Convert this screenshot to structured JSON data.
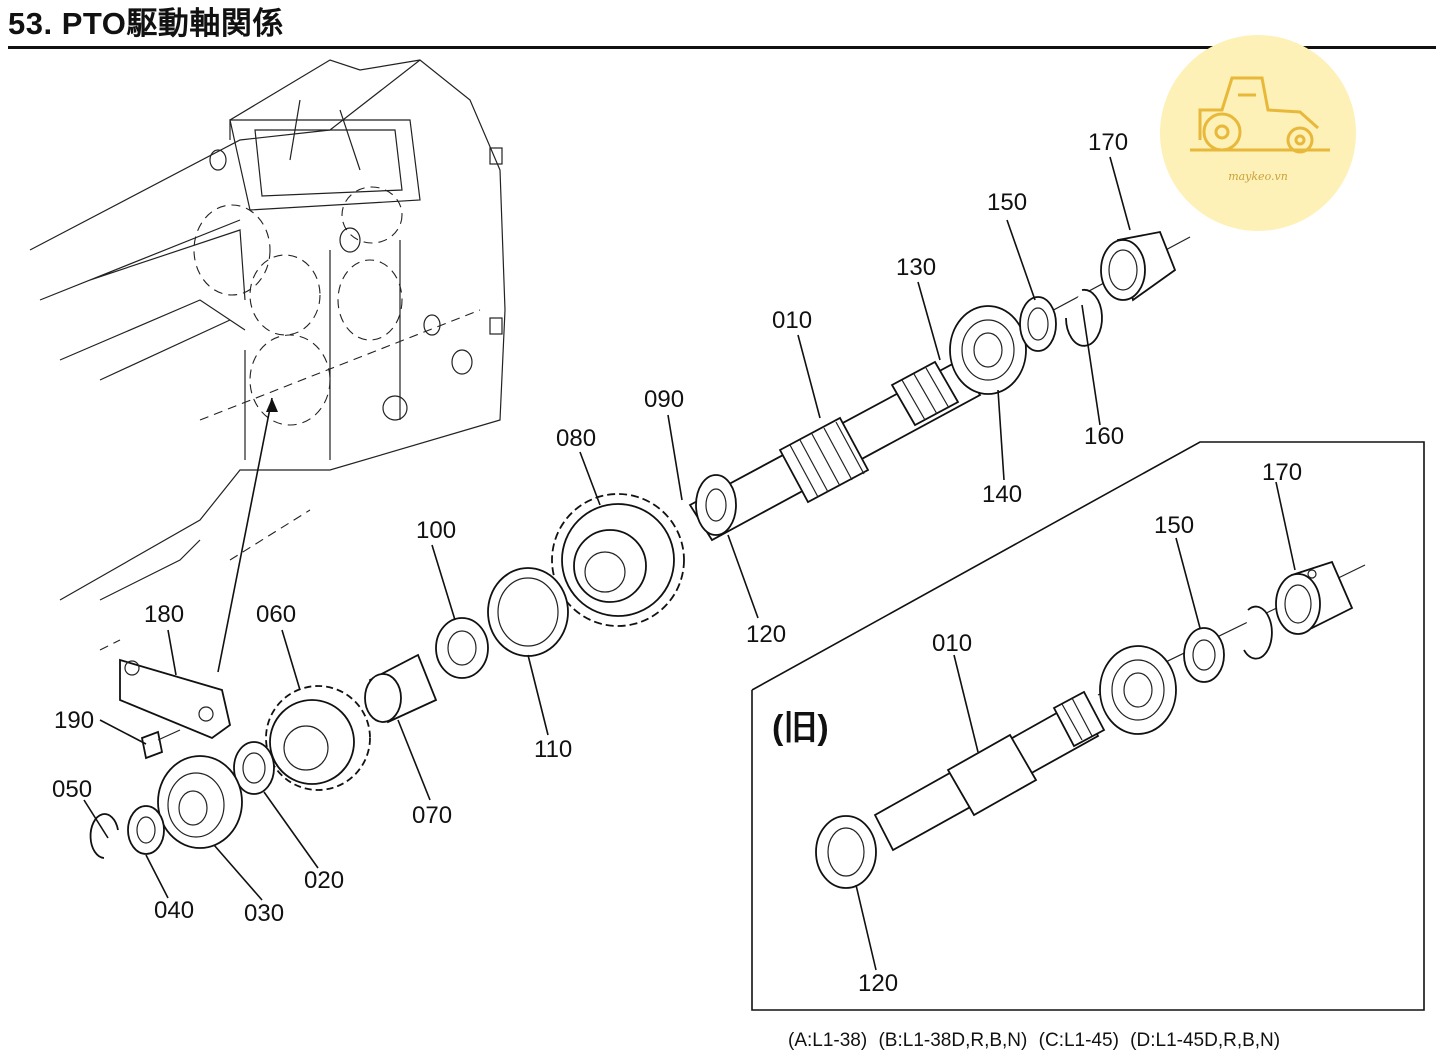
{
  "title": "53. PTO駆動軸関係",
  "logo": {
    "caption": "maykeo.vn",
    "icon": "tractor-icon",
    "background": "#fdf1b8",
    "accent": "#e8c24a"
  },
  "old_label": "(旧)",
  "footer": [
    "(A:L1-38)",
    "(B:L1-38D,R,B,N)",
    "(C:L1-45)",
    "(D:L1-45D,R,B,N)"
  ],
  "labels": {
    "p170": "170",
    "p150": "150",
    "p130": "130",
    "p010": "010",
    "p090": "090",
    "p080": "080",
    "p160": "160",
    "p140": "140",
    "p100": "100",
    "p120": "120",
    "p180": "180",
    "p060": "060",
    "p110": "110",
    "p190": "190",
    "p070": "070",
    "p050": "050",
    "p020": "020",
    "p040": "040",
    "p030": "030"
  },
  "old_labels": {
    "p170": "170",
    "p150": "150",
    "p010": "010",
    "p120": "120"
  }
}
